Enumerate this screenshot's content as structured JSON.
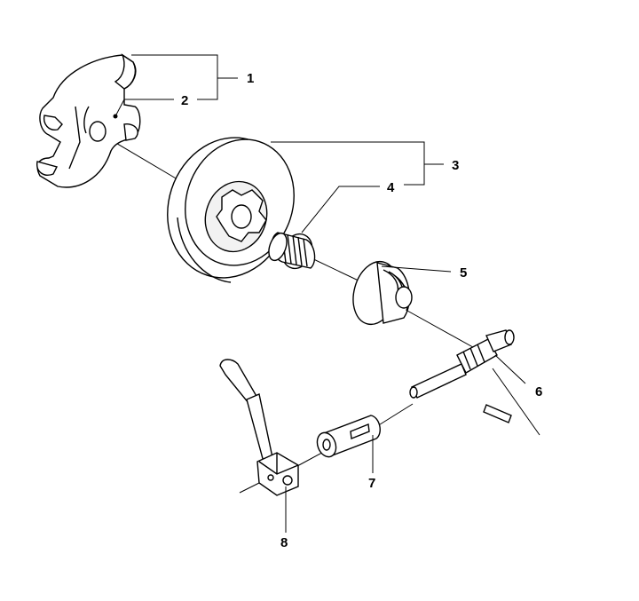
{
  "diagram": {
    "callouts": [
      {
        "id": "1",
        "label": "1",
        "part": "clutch-shoe-assembly"
      },
      {
        "id": "2",
        "label": "2",
        "part": "clutch-spring"
      },
      {
        "id": "3",
        "label": "3",
        "part": "clutch-drum-sprocket-assembly"
      },
      {
        "id": "4",
        "label": "4",
        "part": "needle-bearing"
      },
      {
        "id": "5",
        "label": "5",
        "part": "oil-pump-worm-gear"
      },
      {
        "id": "6",
        "label": "6",
        "part": "pump-drive-shaft"
      },
      {
        "id": "7",
        "label": "7",
        "part": "sleeve"
      },
      {
        "id": "8",
        "label": "8",
        "part": "adjuster-lever"
      }
    ]
  }
}
